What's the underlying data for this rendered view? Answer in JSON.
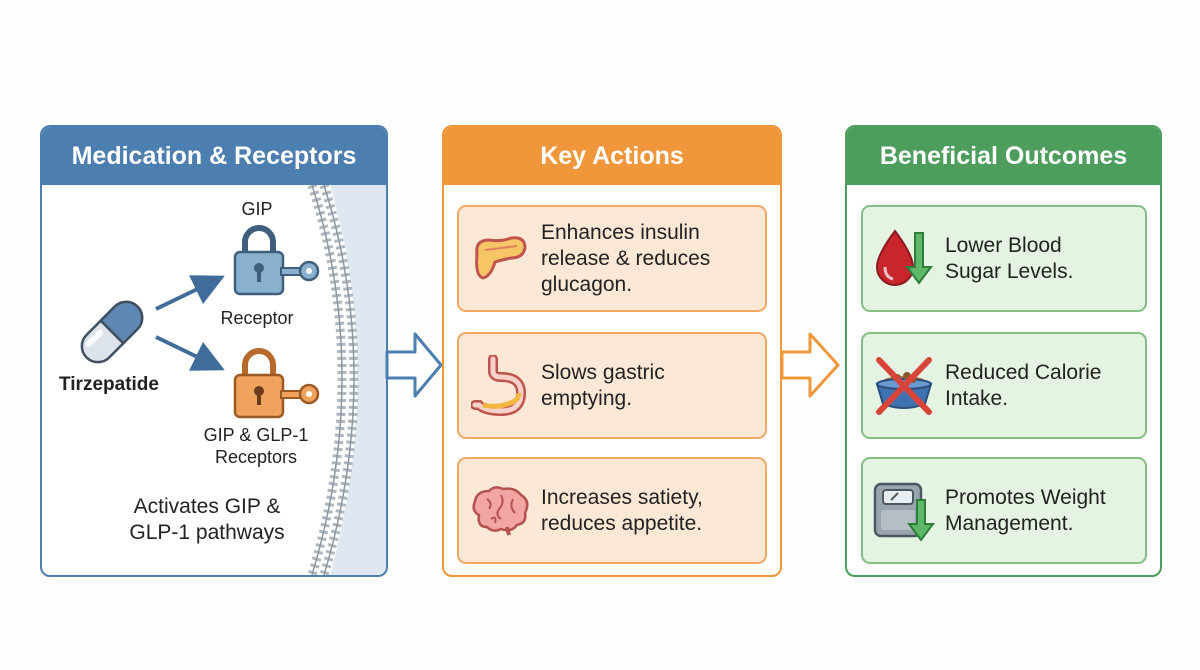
{
  "panels": {
    "medication": {
      "title": "Medication & Receptors",
      "drug_label": "Tirzepatide",
      "gip_label": "GIP",
      "receptor_label": "Receptor",
      "dual_receptor_label": "GIP & GLP-1\nReceptors",
      "caption": "Activates GIP &\nGLP-1 pathways"
    },
    "actions": {
      "title": "Key Actions",
      "items": [
        {
          "text": "Enhances insulin\nrelease & reduces\nglucagon.",
          "icon": "pancreas-icon"
        },
        {
          "text": "Slows gastric\nemptying.",
          "icon": "stomach-icon"
        },
        {
          "text": "Increases satiety,\nreduces appetite.",
          "icon": "brain-icon"
        }
      ]
    },
    "outcomes": {
      "title": "Beneficial Outcomes",
      "items": [
        {
          "text": "Lower Blood\nSugar Levels.",
          "icon": "blood-drop-down-arrow-icon"
        },
        {
          "text": "Reduced Calorie\nIntake.",
          "icon": "crossed-food-bowl-icon"
        },
        {
          "text": "Promotes Weight\nManagement.",
          "icon": "scale-down-arrow-icon"
        }
      ]
    }
  },
  "colors": {
    "medication": "#4c7fb0",
    "actions": "#f0963b",
    "outcomes": "#4d9e5c",
    "action_card_bg": "#fde8d6",
    "outcome_card_bg": "#e5f3e2"
  }
}
